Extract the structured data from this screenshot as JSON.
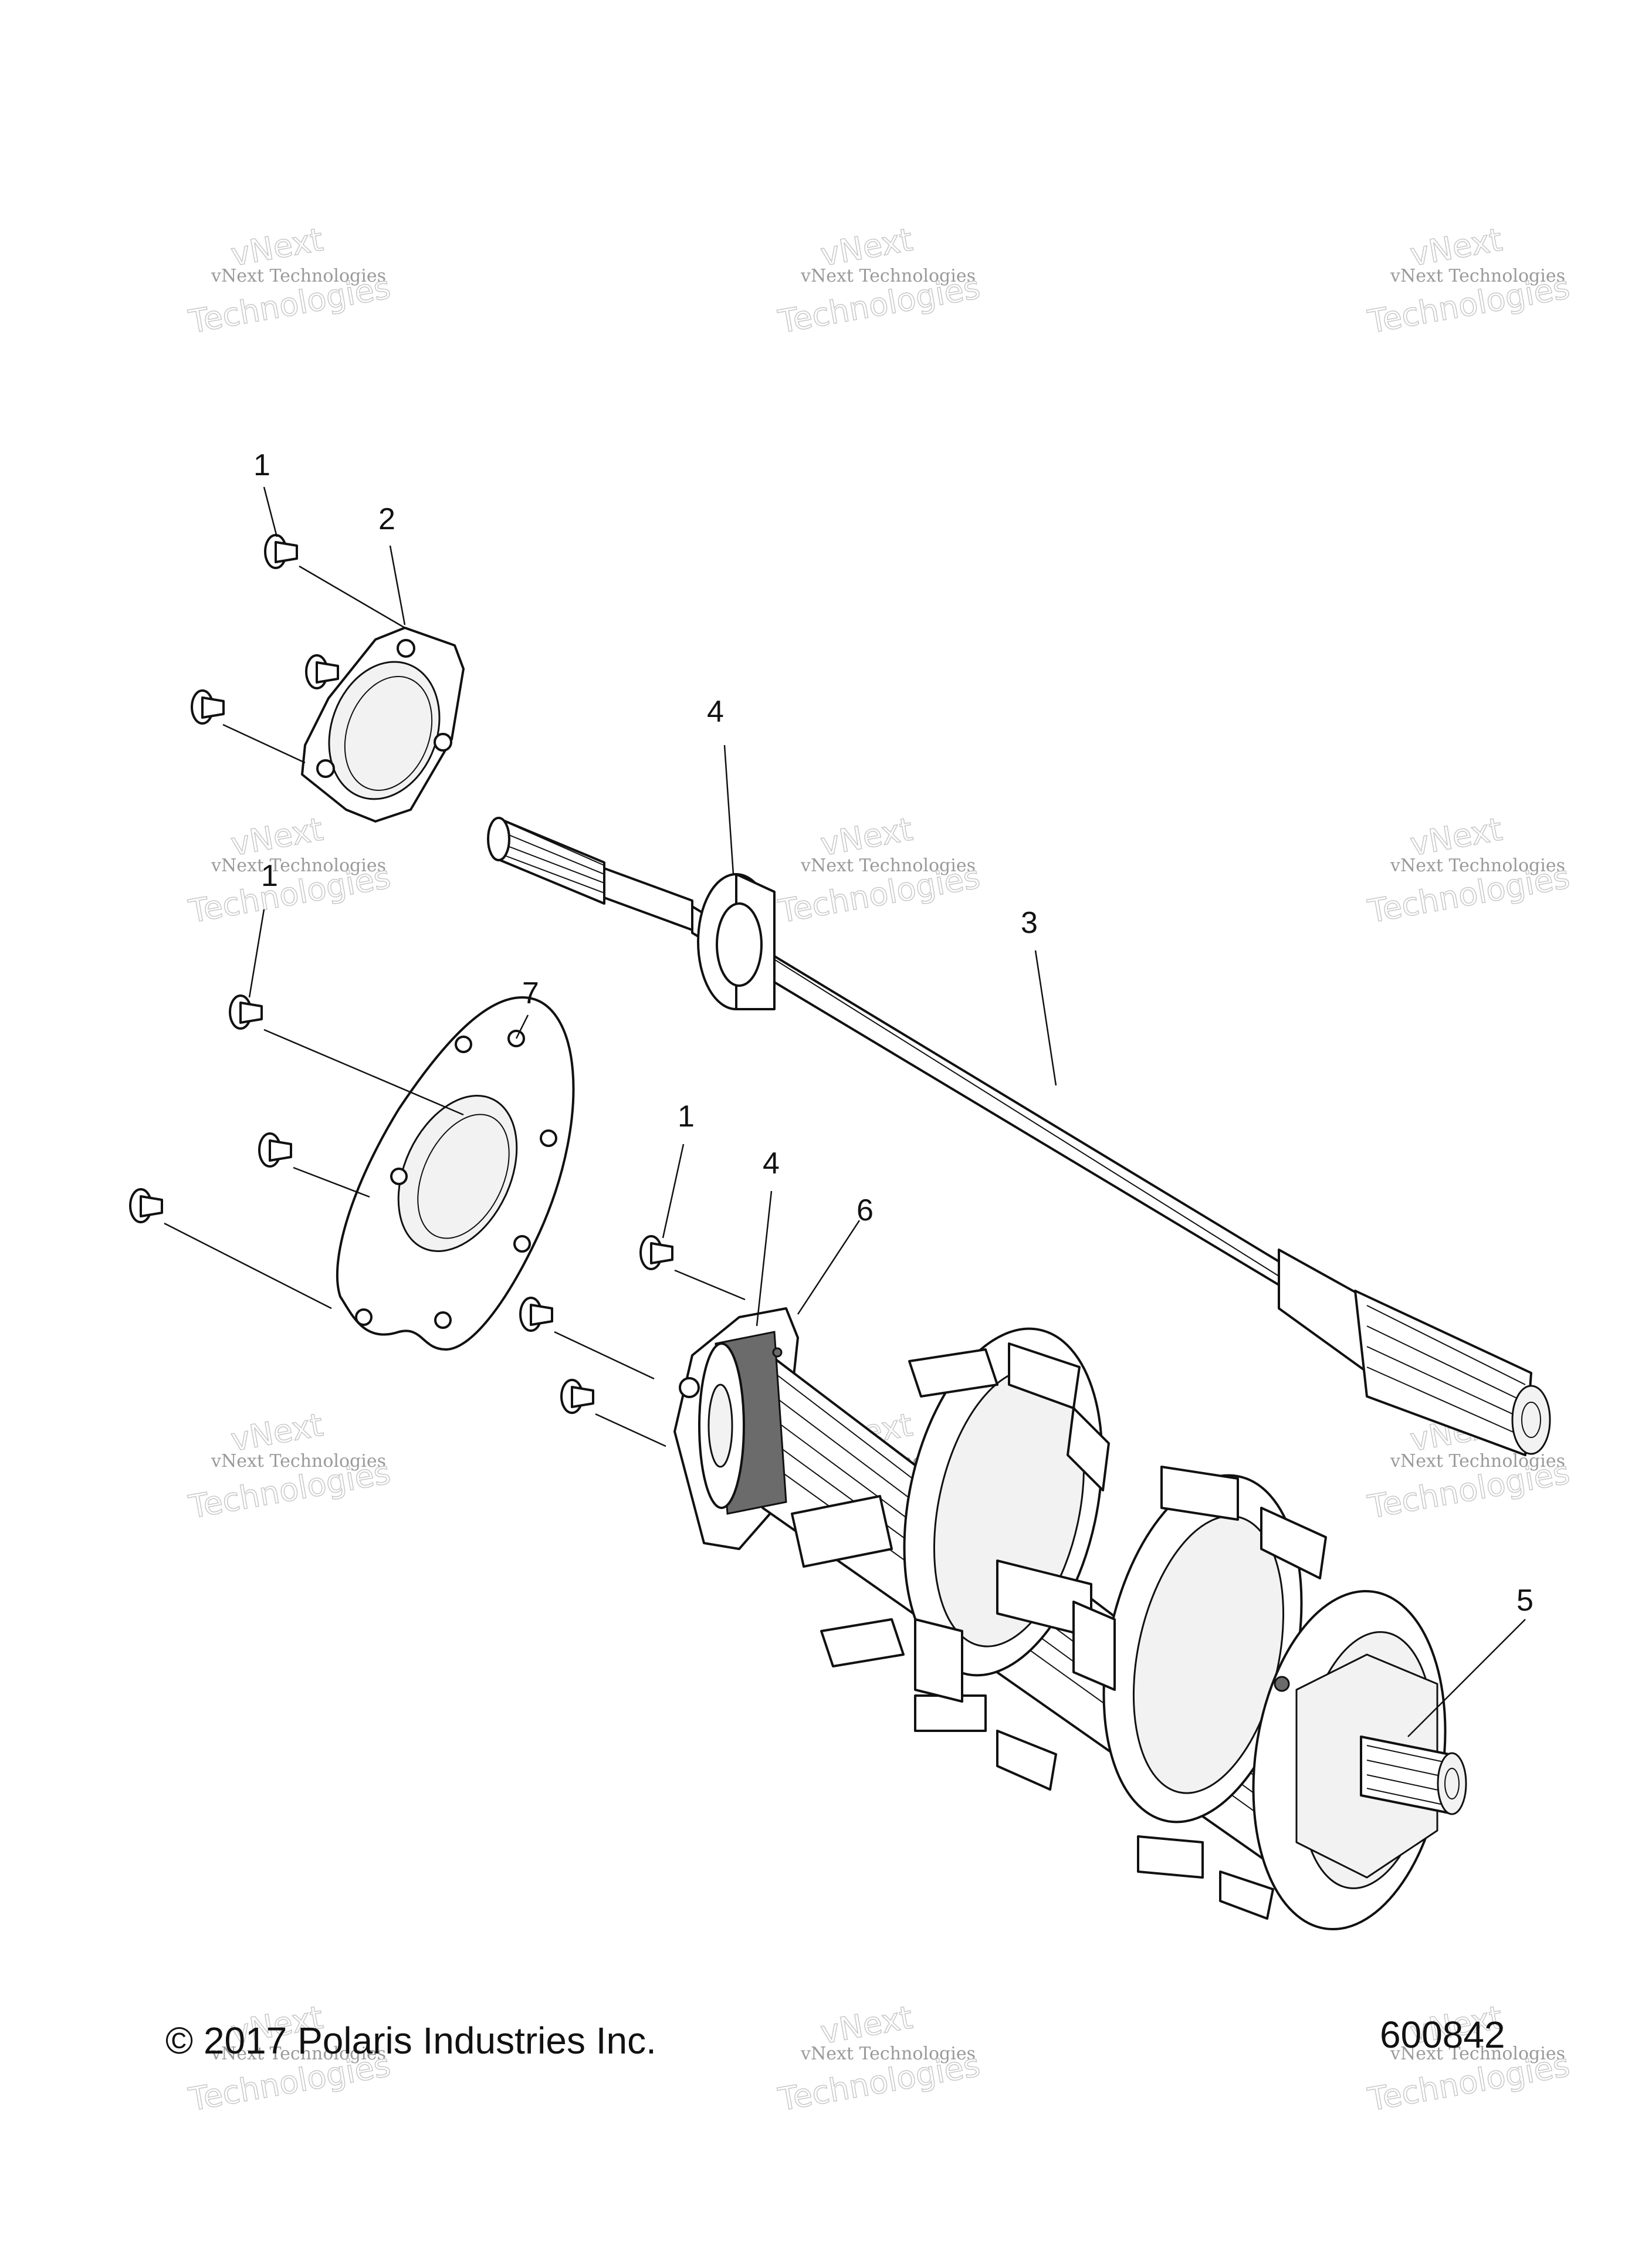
{
  "callouts": {
    "c1a": "1",
    "c2": "2",
    "c4a": "4",
    "c3": "3",
    "c1b": "1",
    "c7": "7",
    "c1c": "1",
    "c4b": "4",
    "c6": "6",
    "c5": "5"
  },
  "footer": {
    "copyright": "© 2017 Polaris Industries Inc.",
    "part_number": "600842"
  },
  "watermark": {
    "small": "vNext Technologies",
    "large_top": "vNext",
    "large_bottom": "Technologies"
  }
}
